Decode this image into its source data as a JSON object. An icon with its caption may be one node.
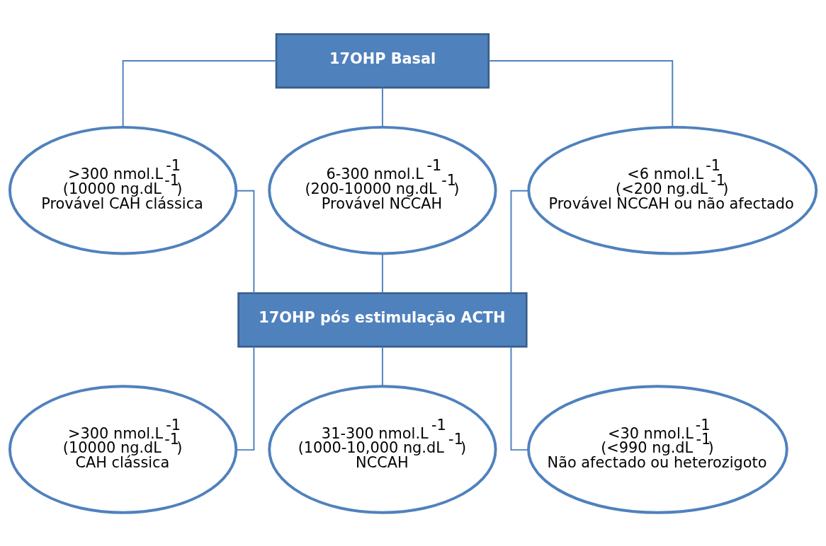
{
  "diagram": {
    "nodes": [
      {
        "text": [
          "17OHP Basal"
        ]
      },
      {
        "text": [
          ">300 nmol.L$^{-1}$",
          "(10000 ng.dL$^{-1}$)",
          "Provável CAH clássica"
        ]
      },
      {
        "text": [
          "6-300 nmol.L$^{-1}$",
          "(200-10000 ng.dL$^{-1}$)",
          "Provável NCCAH"
        ]
      },
      {
        "text": [
          "<6 nmol.L$^{-1}$",
          "(<200 ng.dL$^{-1}$)",
          "Provável NCCAH ou não afectado"
        ]
      },
      {
        "text": [
          "17OHP pós estimulação ACTH"
        ]
      },
      {
        "text": [
          ">300 nmol.L$^{-1}$",
          "(10000 ng.dL$^{-1}$)",
          "CAH clássica"
        ]
      },
      {
        "text": [
          "31-300 nmol.L$^{-1}$",
          "(1000-10,000 ng.dL$^{-1}$)",
          "NCCAH"
        ]
      },
      {
        "text": [
          "<30 nmol.L$^{-1}$",
          "(<990 ng.dL$^{-1}$)",
          "Não afectado ou heterozigoto"
        ]
      }
    ],
    "edges": [
      {
        "from": 0,
        "to": 1,
        "arrow": "none"
      },
      {
        "from": 0,
        "to": 2,
        "arrow": "none"
      },
      {
        "from": 0,
        "to": 3,
        "arrow": "none"
      },
      {
        "from": 1,
        "to": 4,
        "arrow": "none"
      },
      {
        "from": 2,
        "to": 4,
        "arrow": "none"
      },
      {
        "from": 3,
        "to": 4,
        "arrow": "none"
      },
      {
        "from": 4,
        "to": 5,
        "arrow": "none"
      },
      {
        "from": 4,
        "to": 6,
        "arrow": "none"
      },
      {
        "from": 4,
        "to": 7,
        "arrow": "none"
      }
    ]
  }
}
